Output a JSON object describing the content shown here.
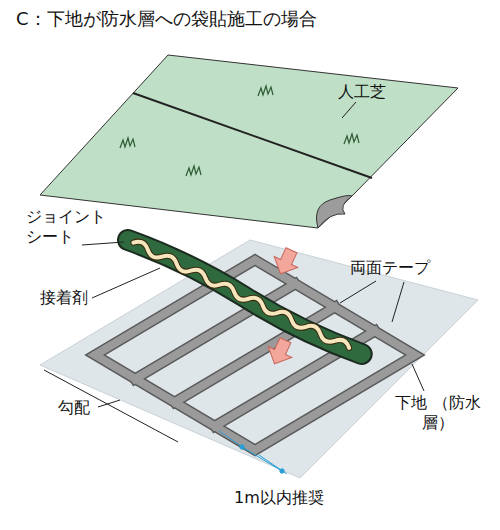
{
  "diagram": {
    "title": "C：下地が防水層への袋貼施工の場合",
    "labels": [
      "人工芝",
      "ジョイント シート",
      "接着剤",
      "両面テープ",
      "下地 （防水層）",
      "勾配",
      "1m以内推奨"
    ]
  }
}
